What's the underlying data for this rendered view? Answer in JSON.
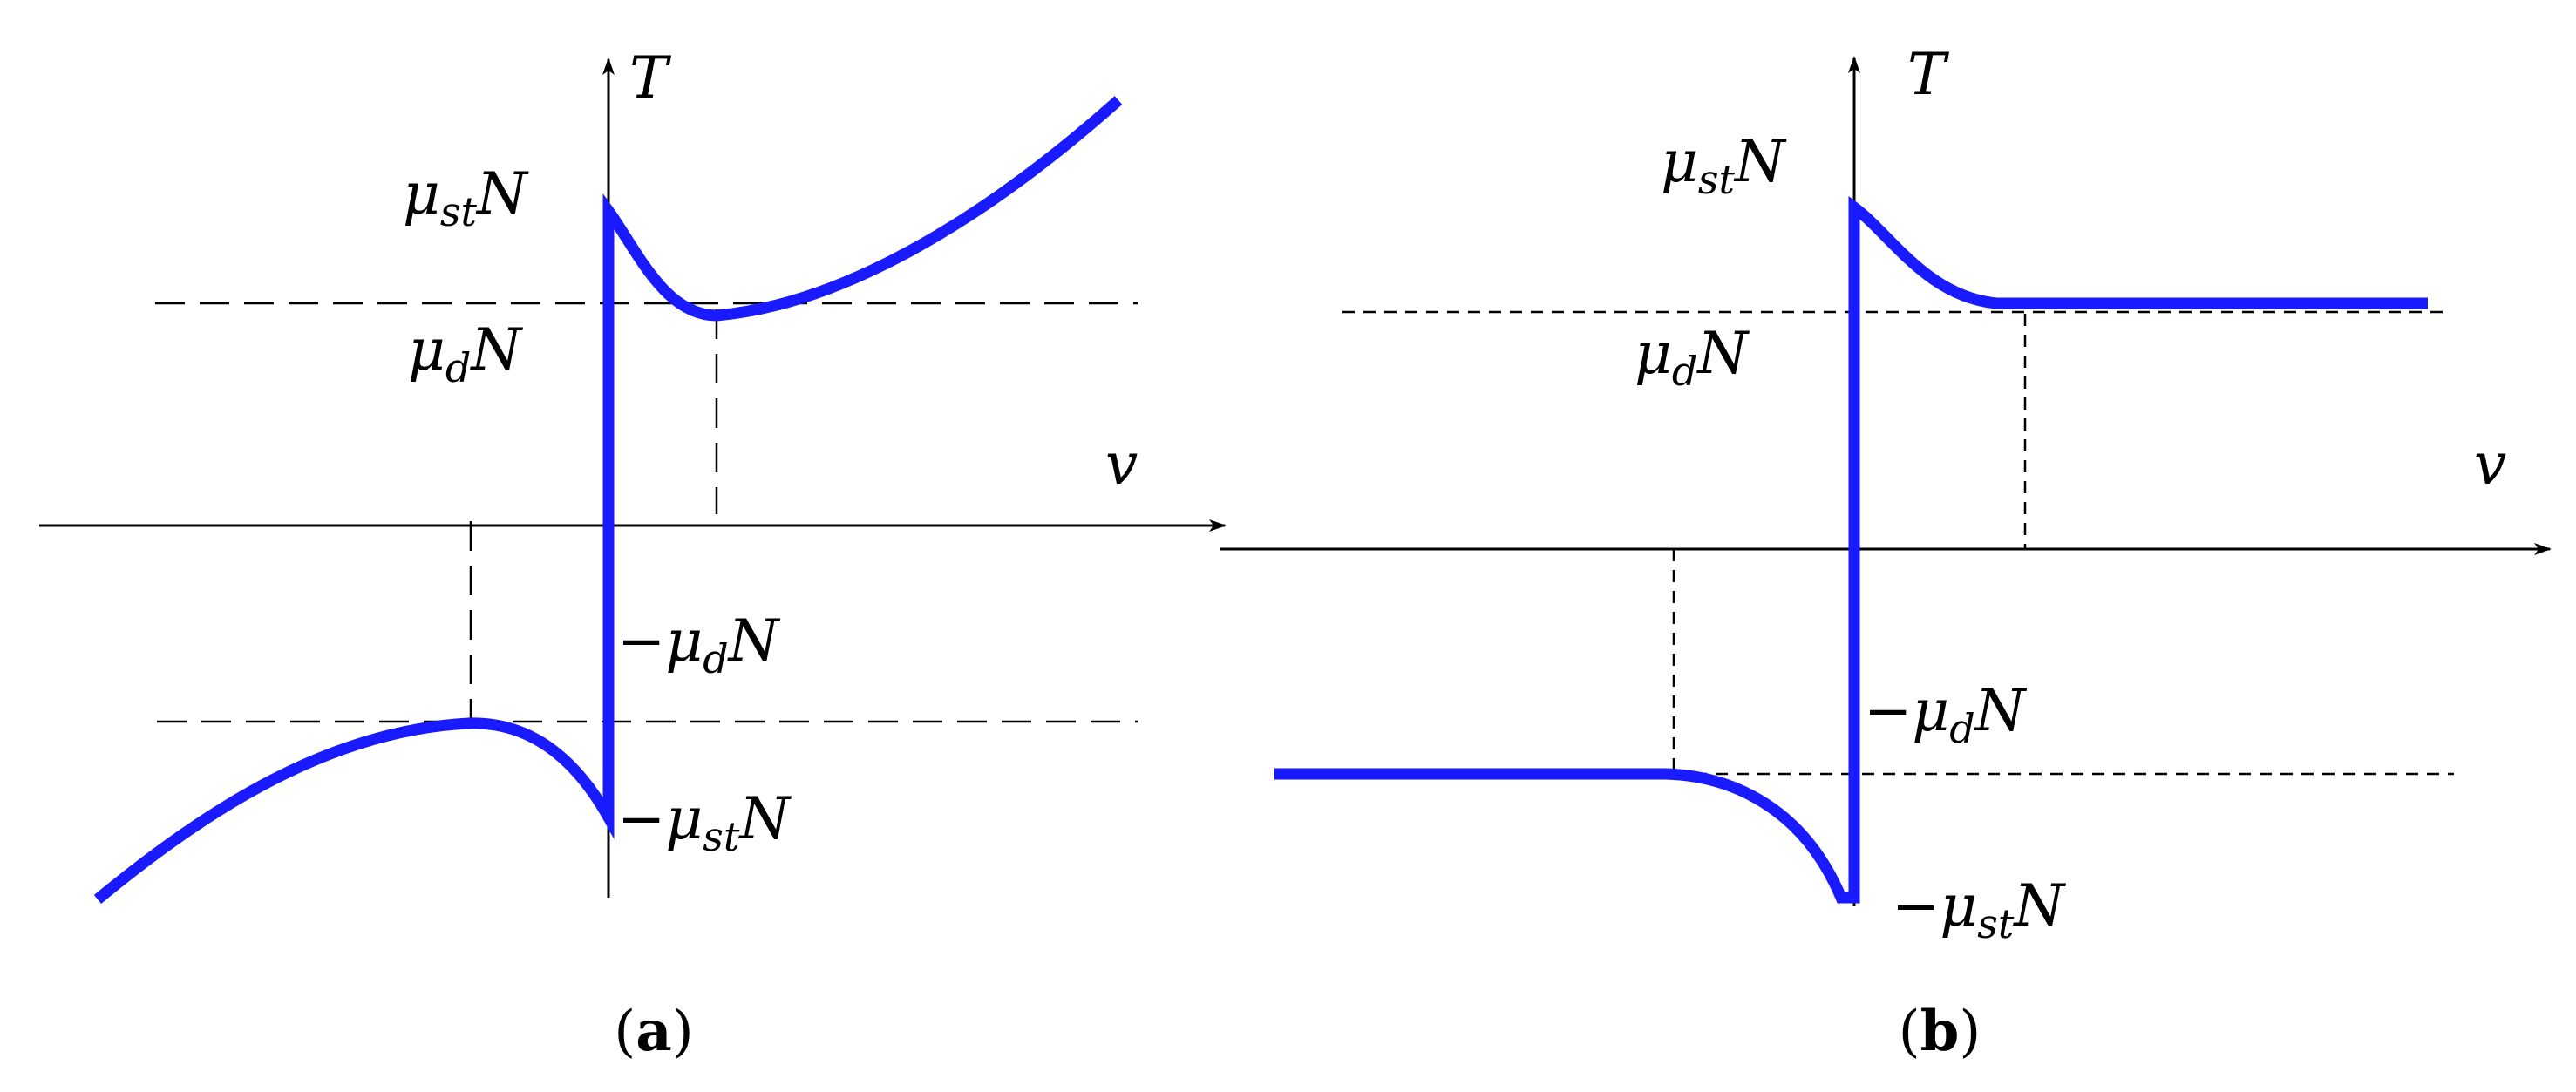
{
  "colors": {
    "curve": "#1a1aff",
    "axis": "#000000",
    "background": "#ffffff"
  },
  "panels": [
    {
      "caption_letter": "a",
      "axis_labels": {
        "y": "T",
        "x": "v"
      },
      "labels": {
        "static_pos": {
          "mu": "μ",
          "sub": "st",
          "n": "N"
        },
        "dynamic_pos": {
          "mu": "μ",
          "sub": "d",
          "n": "N"
        },
        "dynamic_neg": {
          "sign": "−",
          "mu": "μ",
          "sub": "d",
          "n": "N"
        },
        "static_neg": {
          "sign": "−",
          "mu": "μ",
          "sub": "st",
          "n": "N"
        }
      }
    },
    {
      "caption_letter": "b",
      "axis_labels": {
        "y": "T",
        "x": "v"
      },
      "labels": {
        "static_pos": {
          "mu": "μ",
          "sub": "st",
          "n": "N"
        },
        "dynamic_pos": {
          "mu": "μ",
          "sub": "d",
          "n": "N"
        },
        "dynamic_neg": {
          "sign": "−",
          "mu": "μ",
          "sub": "d",
          "n": "N"
        },
        "static_neg": {
          "sign": "−",
          "mu": "μ",
          "sub": "st",
          "n": "N"
        }
      }
    }
  ]
}
